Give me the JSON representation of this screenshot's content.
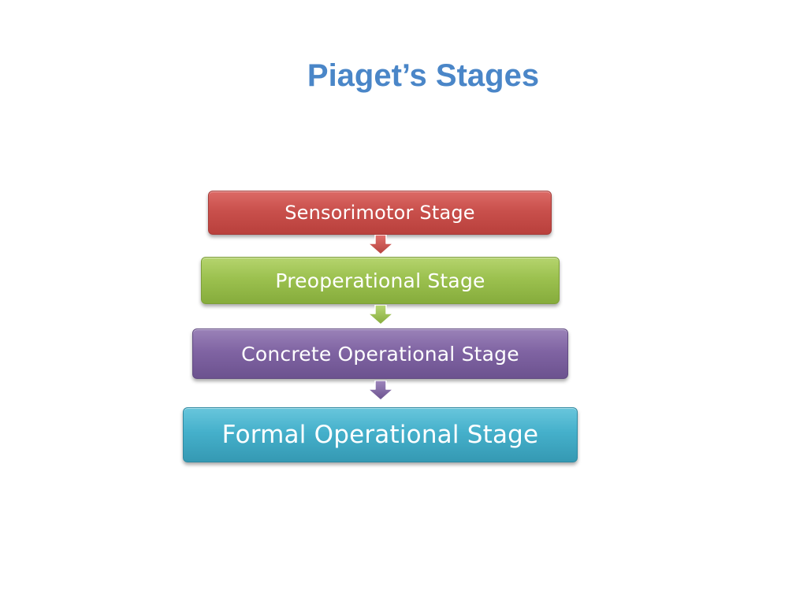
{
  "slide": {
    "title": "Piaget’s Stages"
  },
  "stages": [
    {
      "label": "Sensorimotor Stage",
      "color": "#c0504d"
    },
    {
      "label": "Preoperational Stage",
      "color": "#9bbb59"
    },
    {
      "label": "Concrete Operational Stage",
      "color": "#8064a2"
    },
    {
      "label": "Formal Operational Stage",
      "color": "#4bacc6"
    }
  ],
  "arrows": [
    {
      "icon": "down-arrow-icon",
      "color": "#c0504d"
    },
    {
      "icon": "down-arrow-icon",
      "color": "#9bbb59"
    },
    {
      "icon": "down-arrow-icon",
      "color": "#8064a2"
    }
  ]
}
